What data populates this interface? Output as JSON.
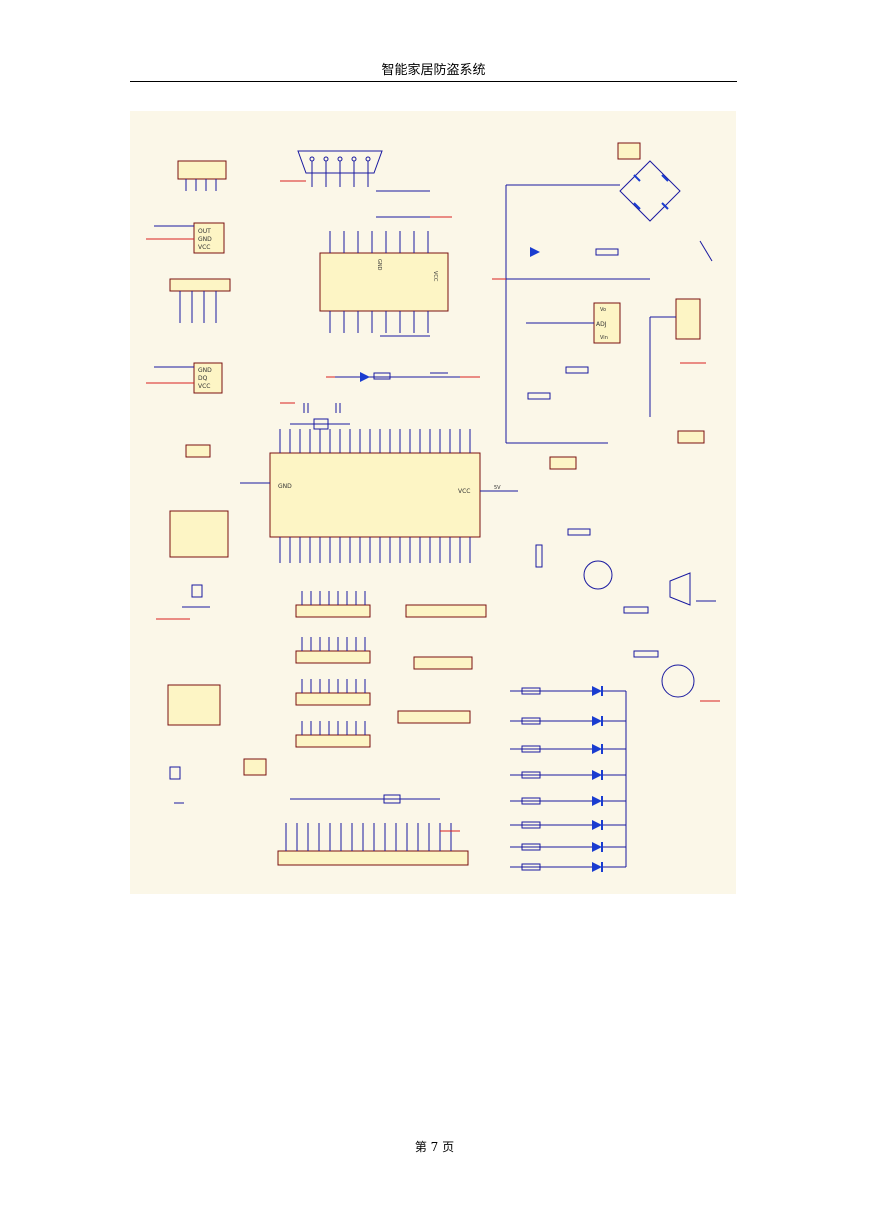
{
  "page": {
    "header_title": "智能家居防盗系统",
    "page_number": "第 7 页"
  },
  "figure": {
    "type": "circuit-schematic",
    "colors": {
      "background": "#fbf7e8",
      "component": "#fdf5c5",
      "wire": "#1a1aa0",
      "outline": "#7a1010",
      "power": "#d82020",
      "led": "#1a3cd0"
    },
    "labels": {
      "mcu_gnd": "GND",
      "mcu_vcc": "VCC",
      "sensor_out": "OUT",
      "sensor_gnd": "GND",
      "sensor_vcc": "VCC",
      "temp_gnd": "GND",
      "temp_dq": "DQ",
      "temp_vcc": "VCC",
      "reg_adj": "ADJ",
      "reg_vout": "Vo",
      "reg_vin": "Vin",
      "rs232_vcc": "VCC",
      "rs232_gnd": "GND",
      "net_5v": "5V"
    }
  }
}
